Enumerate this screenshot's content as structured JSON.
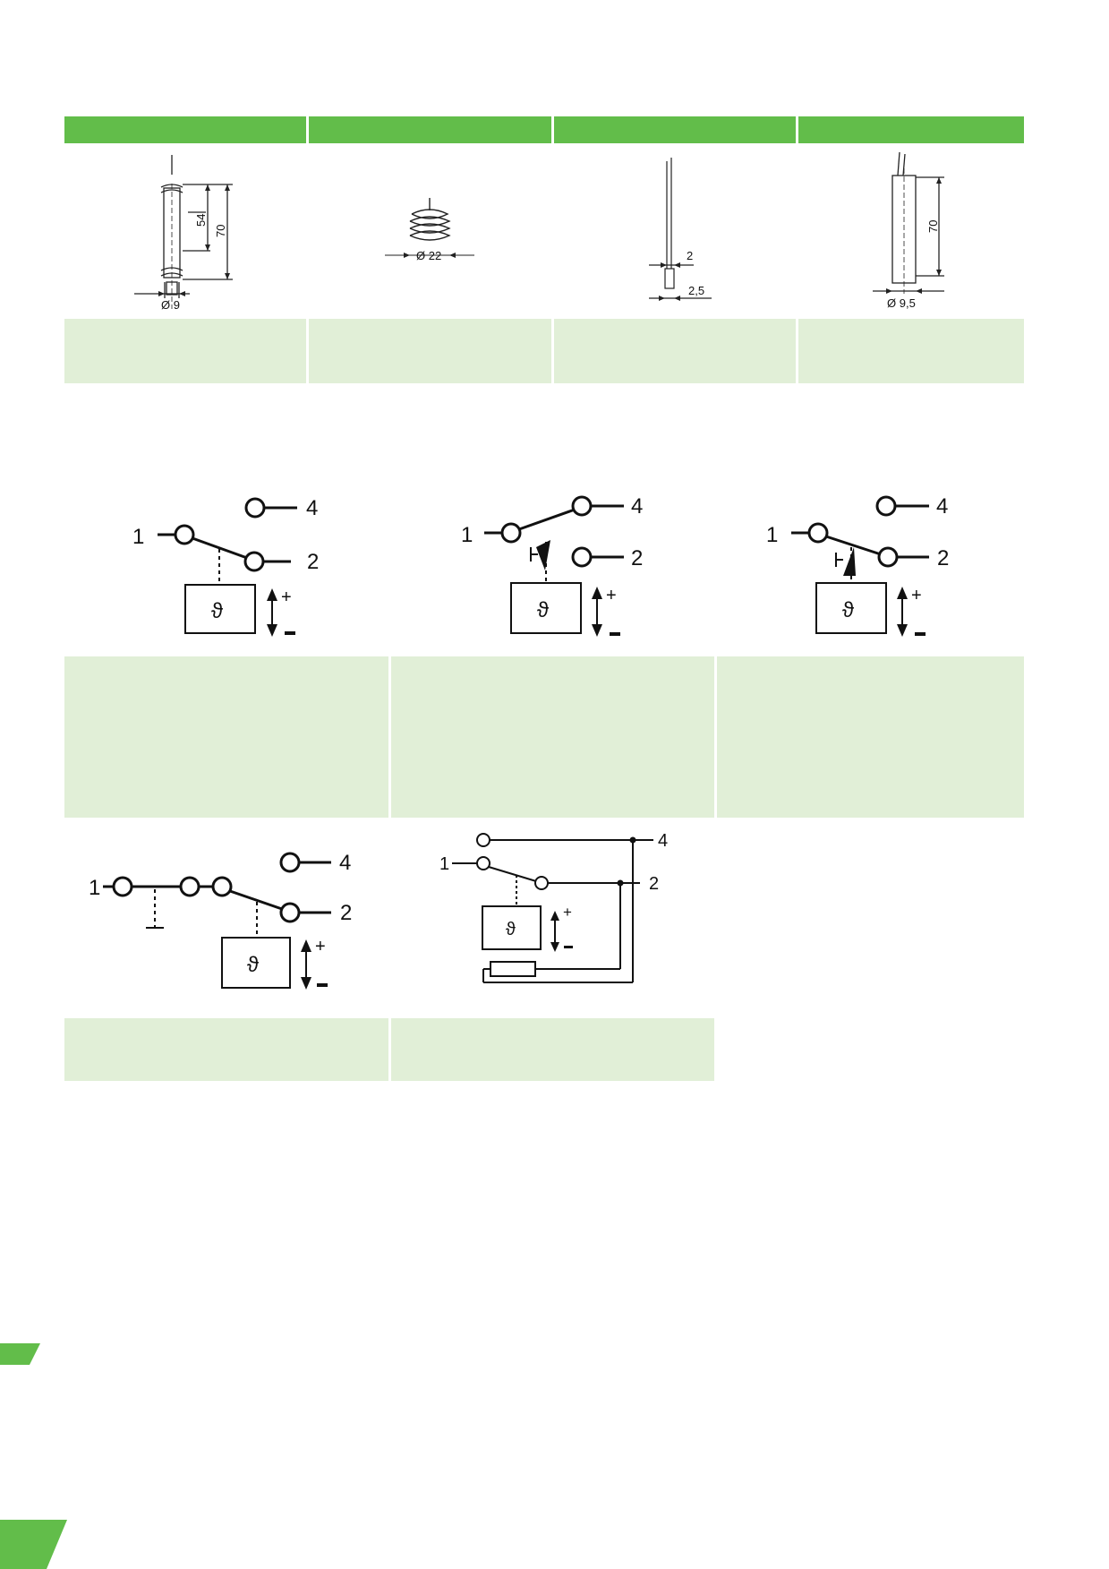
{
  "colors": {
    "accent_green": "#62bd4a",
    "pale_green": "#e1efd7"
  },
  "dimensions": {
    "sensor1": {
      "dia": "Ø 9",
      "len_inner": "54",
      "len_total": "70"
    },
    "sensor2": {
      "dia": "Ø 22"
    },
    "sensor3": {
      "dia_upper": "2",
      "dia_lower": "2,5"
    },
    "sensor4": {
      "dia": "Ø 9,5",
      "len_total": "70"
    }
  },
  "schematic": {
    "terminal_1": "1",
    "terminal_2": "2",
    "terminal_4": "4",
    "theta": "ϑ",
    "plus": "+",
    "minus": "-"
  }
}
